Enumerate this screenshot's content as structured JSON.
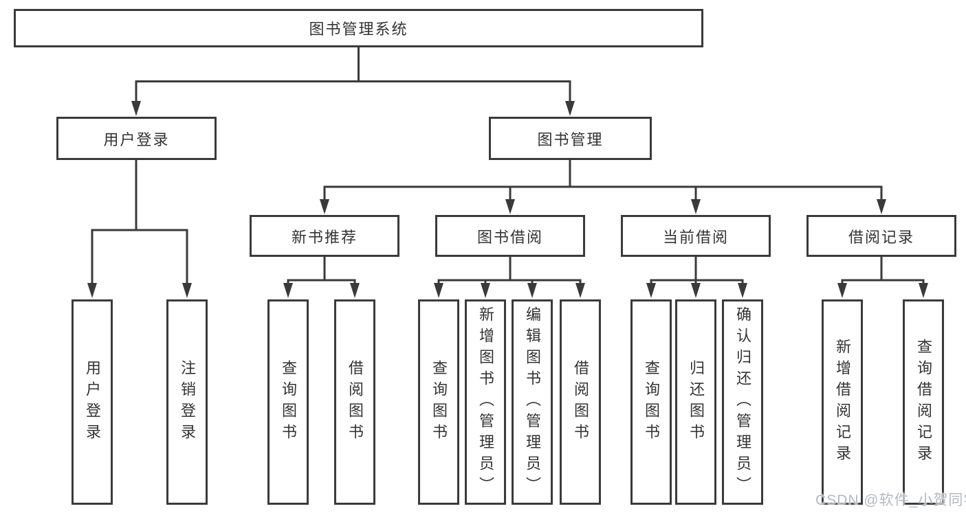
{
  "tree": {
    "root": {
      "label": "图书管理系统"
    },
    "user_login": {
      "label": "用户登录",
      "children": {
        "login": {
          "label": "用户登录"
        },
        "logout": {
          "label": "注销登录"
        }
      }
    },
    "book_mgmt": {
      "label": "图书管理",
      "modules": {
        "new_books": {
          "label": "新书推荐",
          "children": {
            "query": {
              "label": "查询图书"
            },
            "borrow": {
              "label": "借阅图书"
            }
          }
        },
        "borrowing": {
          "label": "图书借阅",
          "children": {
            "query": {
              "label": "查询图书"
            },
            "add": {
              "label": "新增图书（管理员）"
            },
            "edit": {
              "label": "编辑图书（管理员）"
            },
            "borrow": {
              "label": "借阅图书"
            }
          }
        },
        "current": {
          "label": "当前借阅",
          "children": {
            "query": {
              "label": "查询图书"
            },
            "return": {
              "label": "归还图书"
            },
            "confirm": {
              "label": "确认归还（管理员）"
            }
          }
        },
        "records": {
          "label": "借阅记录",
          "children": {
            "add": {
              "label": "新增借阅记录"
            },
            "query": {
              "label": "查询借阅记录"
            }
          }
        }
      }
    }
  },
  "watermark": {
    "text": "CSDN @软件_小贺同学"
  },
  "colors": {
    "line": "#3a3a3a",
    "border": "#3a3a3a",
    "text": "#333333",
    "watermark": "#b3b9c1",
    "background": "#ffffff"
  }
}
